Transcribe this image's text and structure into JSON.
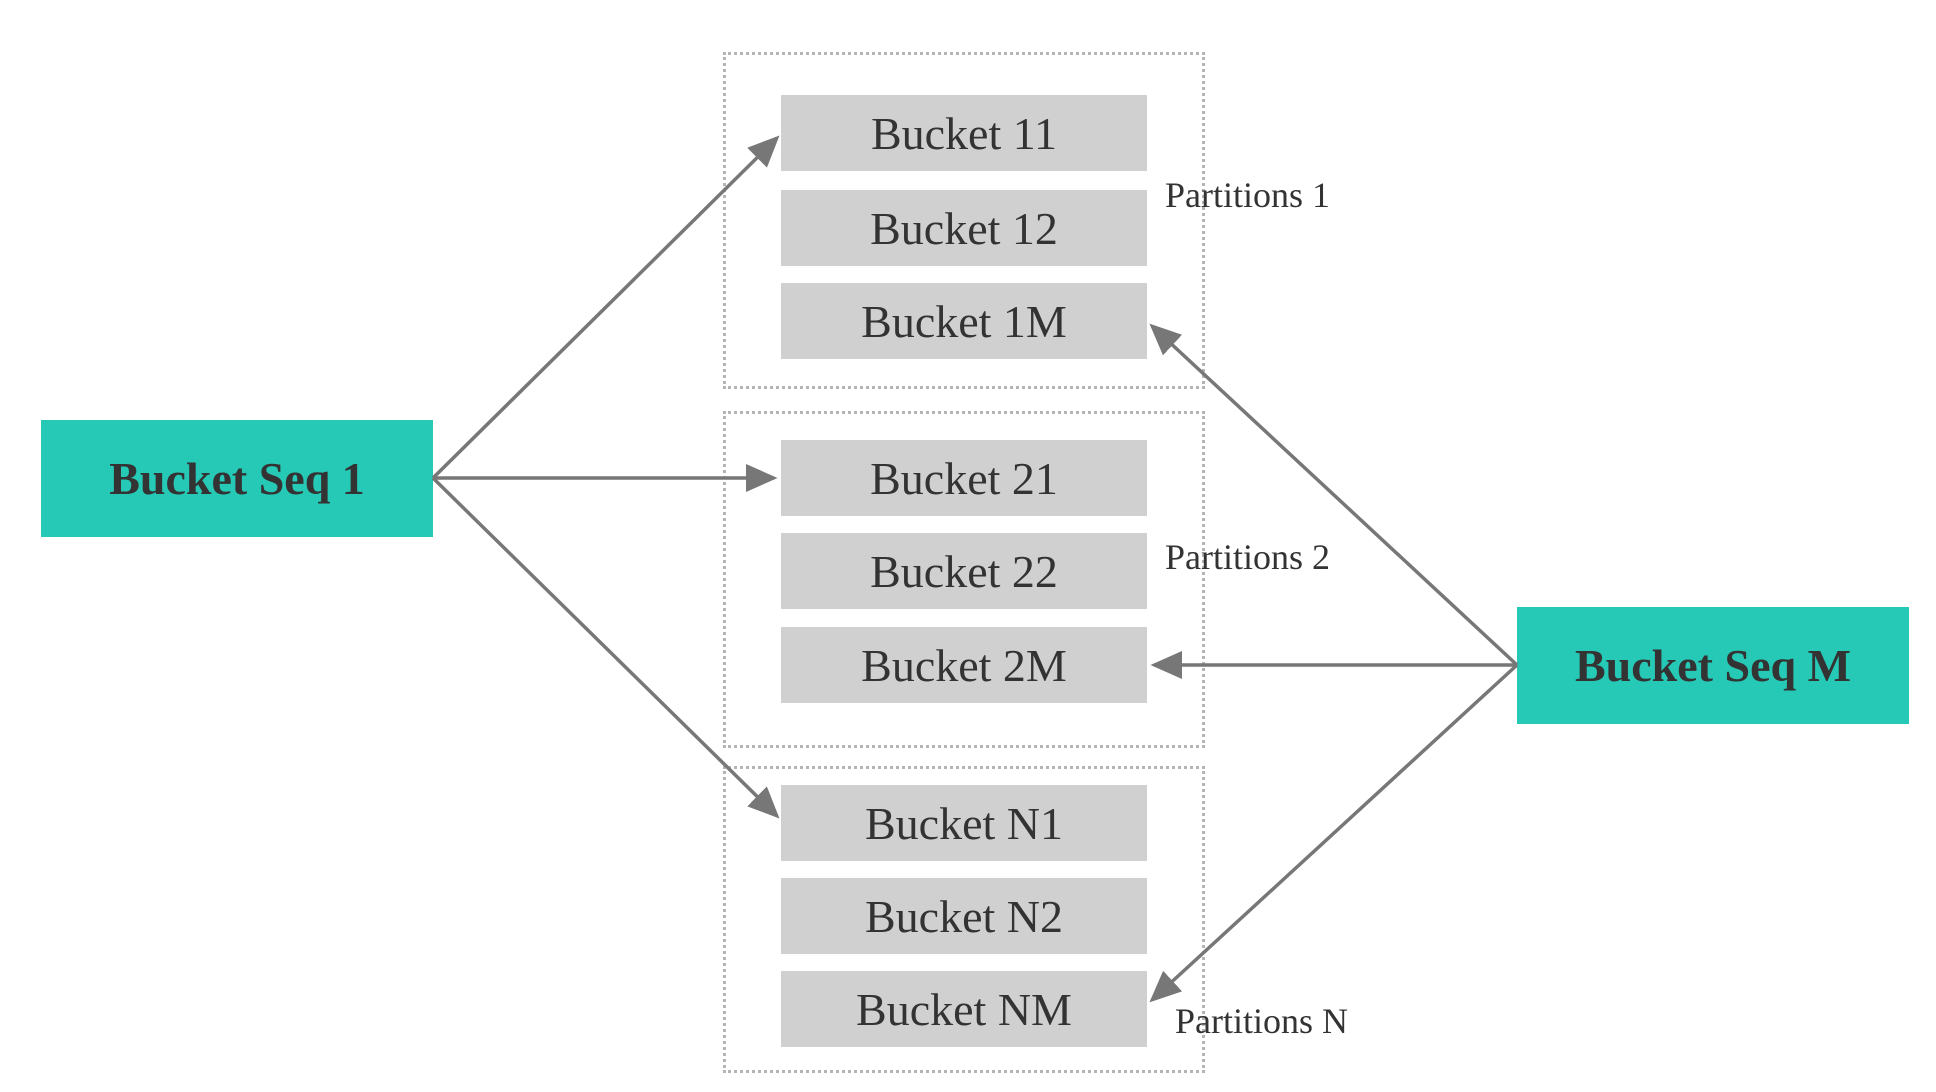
{
  "colors": {
    "seq_fill": "#26c8b6",
    "bucket_fill": "#d0d0d0",
    "arrow": "#777777",
    "text": "#333333",
    "group_border": "#b5b5b5"
  },
  "seq_left": {
    "label": "Bucket Seq 1"
  },
  "seq_right": {
    "label": "Bucket Seq M"
  },
  "partitions": [
    {
      "label": "Partitions 1",
      "buckets": [
        "Bucket 11",
        "Bucket 12",
        "Bucket 1M"
      ]
    },
    {
      "label": "Partitions 2",
      "buckets": [
        "Bucket 21",
        "Bucket 22",
        "Bucket 2M"
      ]
    },
    {
      "label": "Partitions N",
      "buckets": [
        "Bucket N1",
        "Bucket N2",
        "Bucket NM"
      ]
    }
  ]
}
